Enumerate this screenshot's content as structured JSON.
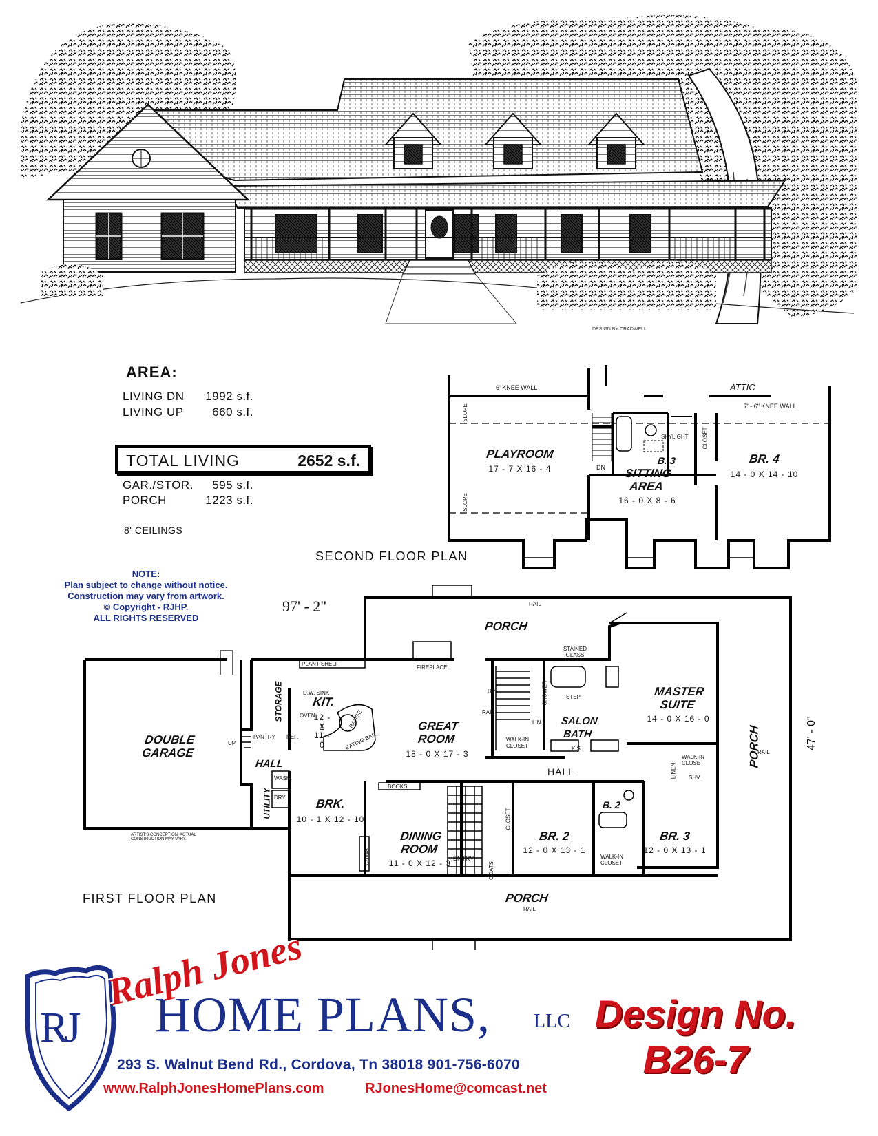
{
  "area": {
    "title": "AREA:",
    "rows_top": [
      {
        "label": "LIVING DN",
        "value": "1992 s.f."
      },
      {
        "label": "LIVING UP",
        "value": "660 s.f."
      }
    ],
    "total": {
      "label": "TOTAL LIVING",
      "value": "2652 s.f."
    },
    "rows_bottom": [
      {
        "label": "GAR./STOR.",
        "value": "595 s.f."
      },
      {
        "label": "PORCH",
        "value": "1223 s.f."
      }
    ],
    "ceilings": "8' CEILINGS"
  },
  "note": {
    "title": "NOTE:",
    "line1": "Plan subject to change without notice.",
    "line2": "Construction may vary from artwork.",
    "line3": "© Copyright - RJHP.",
    "line4": "ALL RIGHTS RESERVED"
  },
  "second_floor": {
    "label": "SECOND FLOOR PLAN",
    "attic": "ATTIC",
    "knee_wall_6": "6' KNEE WALL",
    "knee_wall_76": "7' - 6\" KNEE WALL",
    "slope": "SLOPE",
    "dn": "DN",
    "skylight": "SKYLIGHT",
    "closet": "CLOSET",
    "bath": "B. 3",
    "playroom": {
      "name": "PLAYROOM",
      "dim": "17 - 7 X 16 - 4"
    },
    "sitting": {
      "name1": "SITTING",
      "name2": "AREA",
      "dim": "16 - 0 X 8 - 6"
    },
    "br4": {
      "name": "BR. 4",
      "dim": "14 - 0 X 14 - 10"
    }
  },
  "first_floor": {
    "label": "FIRST FLOOR PLAN",
    "width_dim": "97' - 2\"",
    "depth_dim": "47' - 0\"",
    "porch": "PORCH",
    "rail": "RAIL",
    "plant_shelf": "PLANT SHELF",
    "fireplace": "FIREPLACE",
    "stained_glass": "STAINED GLASS",
    "step": "STEP",
    "shower": "SHOWER",
    "up": "UP",
    "dw_sink": "D.W.  SINK",
    "oven": "OVEN",
    "ref": "REF.",
    "range": "RANGE",
    "eating_bar": "EATING BAR",
    "pantry": "PANTRY",
    "storage": "STORAGE",
    "utility": "UTILITY",
    "wash": "WASH.",
    "dry": "DRY.",
    "books": "BOOKS",
    "china": "CHINA",
    "entry": "ENTRY",
    "coats": "COATS",
    "closet": "CLOSET",
    "lin": "LIN.",
    "linen": "LINEN",
    "ks": "K.S.",
    "shv": "SHV.",
    "walk_in_closet": "WALK-IN CLOSET",
    "artist_note": "ARTIST'S CONCEPTION, ACTUAL CONSTRUCTION MAY VARY.",
    "rooms": {
      "garage": {
        "name1": "DOUBLE",
        "name2": "GARAGE"
      },
      "hall": "HALL",
      "kit": {
        "name": "KIT.",
        "dim1": "12 - 1",
        "dim2": "X",
        "dim3": "11 - 0"
      },
      "great": {
        "name1": "GREAT",
        "name2": "ROOM",
        "dim": "18 - 0 X 17 - 3"
      },
      "salon": {
        "name1": "SALON",
        "name2": "BATH"
      },
      "master": {
        "name1": "MASTER",
        "name2": "SUITE",
        "dim": "14 - 0 X 16 - 0"
      },
      "brk": {
        "name": "BRK.",
        "dim": "10 - 1 X 12 - 10"
      },
      "dining": {
        "name1": "DINING",
        "name2": "ROOM",
        "dim": "11 - 0 X 12 - 3"
      },
      "br2": {
        "name": "BR. 2",
        "dim": "12 - 0 X 13 - 1"
      },
      "br3": {
        "name": "BR. 3",
        "dim": "12 - 0 X 13 - 1"
      },
      "b2": "B. 2",
      "hall2": "HALL"
    }
  },
  "branding": {
    "script": "Ralph Jones",
    "name": "HOME PLANS,",
    "llc": "LLC",
    "monogram": "RJ",
    "address": "293 S. Walnut Bend  Rd., Cordova, Tn  38018   901-756-6070",
    "website": "www.RalphJonesHomePlans.com",
    "email": "RJonesHome@comcast.net",
    "design_label": "Design No.",
    "design_number": "B26-7",
    "colors": {
      "blue": "#1b2f8a",
      "red": "#d0141c"
    }
  },
  "illustration": {
    "signature": "DESIGN BY CRADWELL"
  }
}
